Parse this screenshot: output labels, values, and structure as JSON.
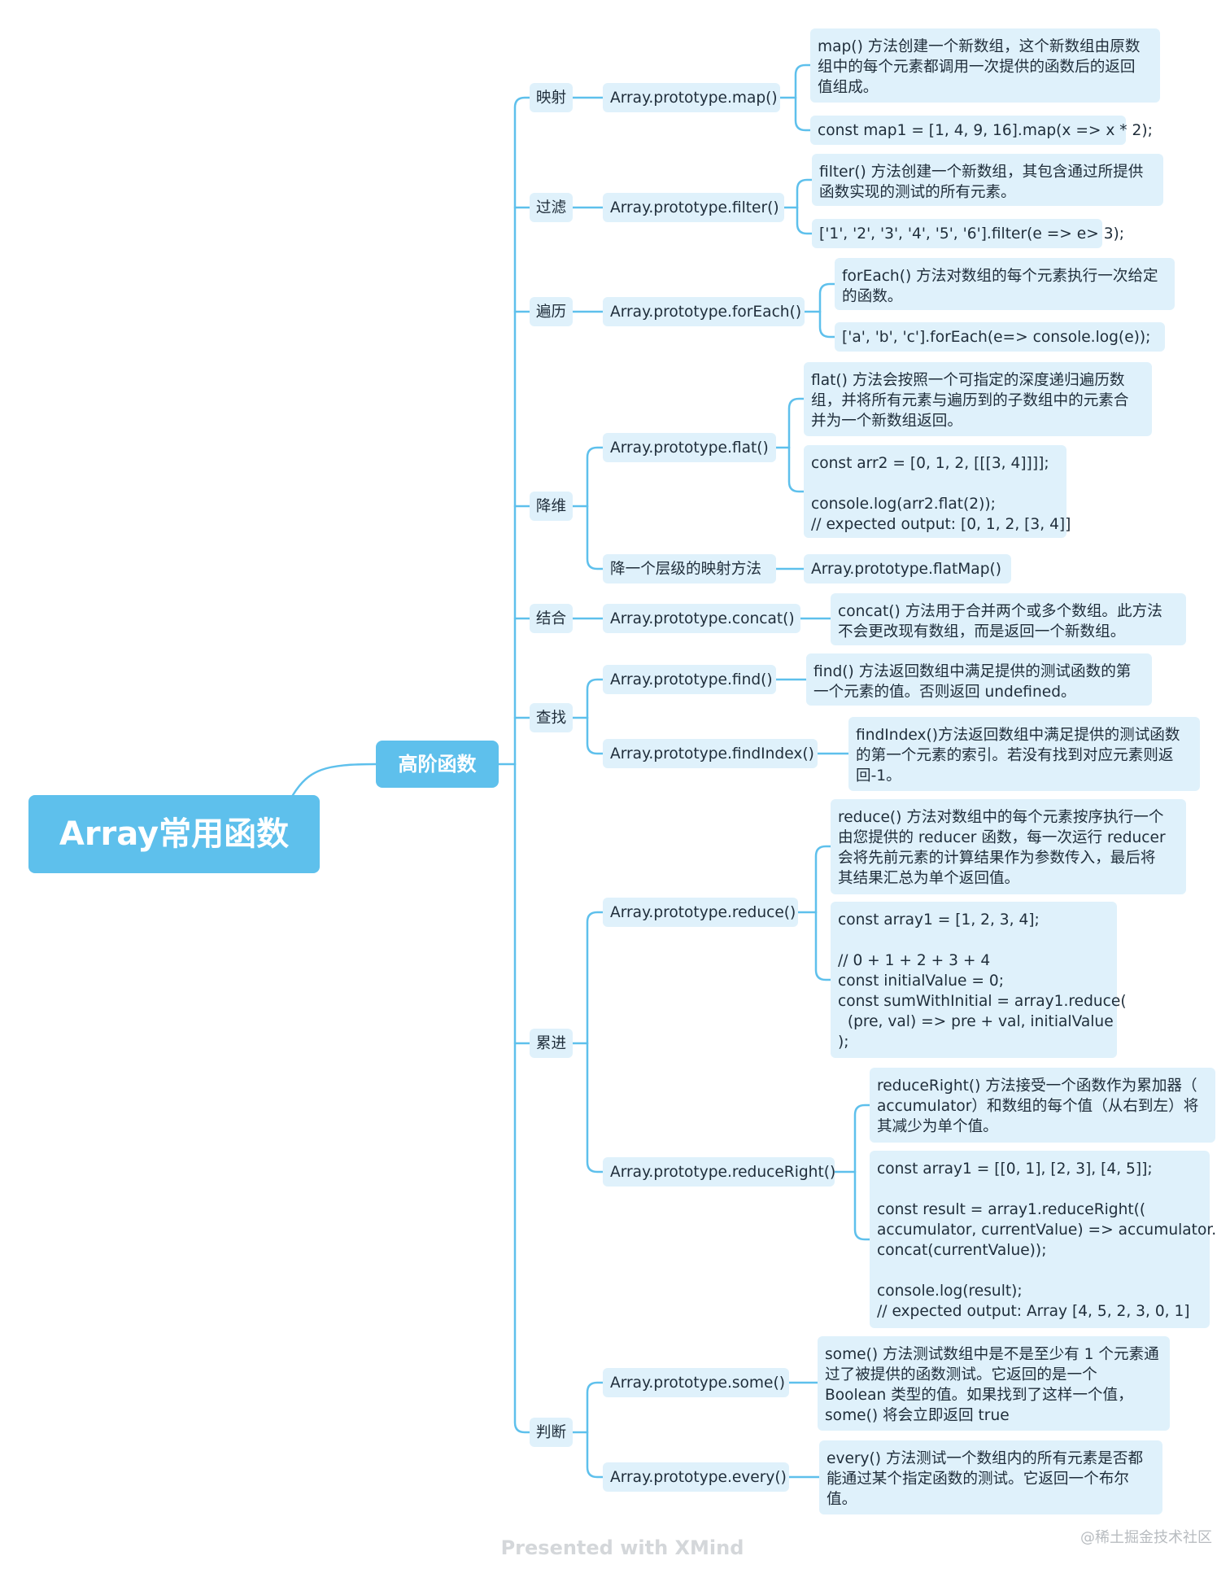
{
  "root": {
    "label": "Array常用函数"
  },
  "subroot": {
    "label": "高阶函数"
  },
  "footer": "Presented with XMind",
  "watermark": "@稀土掘金技术社区",
  "colors": {
    "node_fill": "#dff1fb",
    "line": "#5ec0ec",
    "root_fill": "#5ec0ec"
  },
  "categories": {
    "map": "映射",
    "filter": "过滤",
    "foreach": "遍历",
    "flat": "降维",
    "concat": "结合",
    "find": "查找",
    "reduce": "累进",
    "judge": "判断"
  },
  "methods": {
    "map": "Array.prototype.map()",
    "filter": "Array.prototype.filter()",
    "foreach": "Array.prototype.forEach()",
    "flat": "Array.prototype.flat()",
    "flat_level": "降一个层级的映射方法",
    "concat": "Array.prototype.concat()",
    "find": "Array.prototype.find()",
    "findindex": "Array.prototype.findIndex()",
    "reduce": "Array.prototype.reduce()",
    "reduceright": "Array.prototype.reduceRight()",
    "some": "Array.prototype.some()",
    "every": "Array.prototype.every()"
  },
  "details": {
    "map_desc": "map() 方法创建一个新数组，这个新数组由原数\n组中的每个元素都调用一次提供的函数后的返回\n值组成。",
    "map_code": "const map1 = [1, 4, 9, 16].map(x => x * 2);",
    "filter_desc": "filter() 方法创建一个新数组，其包含通过所提供\n函数实现的测试的所有元素。",
    "filter_code": "['1', '2', '3', '4', '5', '6'].filter(e => e> 3);",
    "foreach_desc": "forEach() 方法对数组的每个元素执行一次给定\n的函数。",
    "foreach_code": "['a', 'b', 'c'].forEach(e=> console.log(e));",
    "flat_desc": "flat() 方法会按照一个可指定的深度递归遍历数\n组，并将所有元素与遍历到的子数组中的元素合\n并为一个新数组返回。",
    "flat_code": "const arr2 = [0, 1, 2, [[[3, 4]]]];\n\nconsole.log(arr2.flat(2));\n// expected output: [0, 1, 2, [3, 4]]",
    "flatmap": "Array.prototype.flatMap()",
    "concat_desc": "concat() 方法用于合并两个或多个数组。此方法\n不会更改现有数组，而是返回一个新数组。",
    "find_desc": "find() 方法返回数组中满足提供的测试函数的第\n一个元素的值。否则返回 undefined。",
    "findindex_desc": "findIndex()方法返回数组中满足提供的测试函数\n的第一个元素的索引。若没有找到对应元素则返\n回-1。",
    "reduce_desc": "reduce() 方法对数组中的每个元素按序执行一个\n由您提供的 reducer 函数，每一次运行 reducer\n会将先前元素的计算结果作为参数传入，最后将\n其结果汇总为单个返回值。",
    "reduce_code": "const array1 = [1, 2, 3, 4];\n\n// 0 + 1 + 2 + 3 + 4\nconst initialValue = 0;\nconst sumWithInitial = array1.reduce(\n  (pre, val) => pre + val, initialValue\n);",
    "reduceright_desc": "reduceRight() 方法接受一个函数作为累加器（\naccumulator）和数组的每个值（从右到左）将\n其减少为单个值。",
    "reduceright_code": "const array1 = [[0, 1], [2, 3], [4, 5]];\n\nconst result = array1.reduceRight((\naccumulator, currentValue) => accumulator.\nconcat(currentValue));\n\nconsole.log(result);\n// expected output: Array [4, 5, 2, 3, 0, 1]",
    "some_desc": "some() 方法测试数组中是不是至少有 1 个元素通\n过了被提供的函数测试。它返回的是一个\nBoolean 类型的值。如果找到了这样一个值，\nsome() 将会立即返回 true",
    "every_desc": "every() 方法测试一个数组内的所有元素是否都\n能通过某个指定函数的测试。它返回一个布尔\n值。"
  }
}
